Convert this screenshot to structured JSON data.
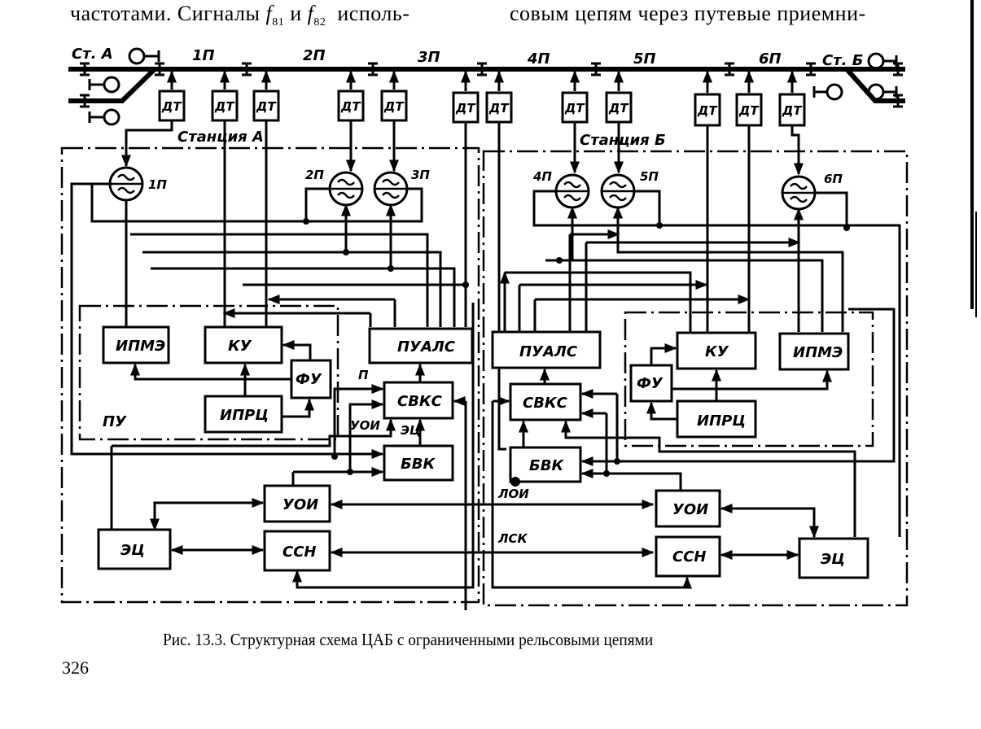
{
  "page": {
    "text_left": "частотами. Сигналы",
    "f1": "f",
    "f1_sub": "81",
    "conj": "и",
    "f2": "f",
    "f2_sub": "82",
    "text_left_end": "исполь-",
    "text_right": "совым цепям через путевые приемни-",
    "caption": "Рис. 13.3. Структурная схема ЦАБ с ограниченными рельсовыми цепями",
    "page_number": "326"
  },
  "diagram": {
    "station_a_label": "Ст. А",
    "station_b_label": "Ст. Б",
    "station_a_area": "Станция  А",
    "station_b_area": "Станция Б",
    "track_sections": [
      "1П",
      "2П",
      "3П",
      "4П",
      "5П",
      "6П"
    ],
    "dt_label": "ДТ",
    "blocks_a": {
      "ipme": "ИПМЭ",
      "ku": "КУ",
      "fu": "ФУ",
      "iprc": "ИПРЦ",
      "pu": "ПУ",
      "pualc": "ПУАЛС",
      "svkc": "СВКС",
      "bvk": "БВК",
      "uoi": "УОИ",
      "ssn": "ССН",
      "ec": "ЭЦ"
    },
    "blocks_b": {
      "ipme": "ИПМЭ",
      "ku": "КУ",
      "fu": "ФУ",
      "iprc": "ИПРЦ",
      "pualc": "ПУАЛС",
      "svkc": "СВКС",
      "bvk": "БВК",
      "uoi": "УОИ",
      "ssn": "ССН",
      "ec": "ЭЦ"
    },
    "wire_labels": {
      "p": "П",
      "uoi": "УОИ",
      "ec": "ЭЦ",
      "loi": "ЛОИ",
      "lsk": "ЛСК"
    }
  }
}
